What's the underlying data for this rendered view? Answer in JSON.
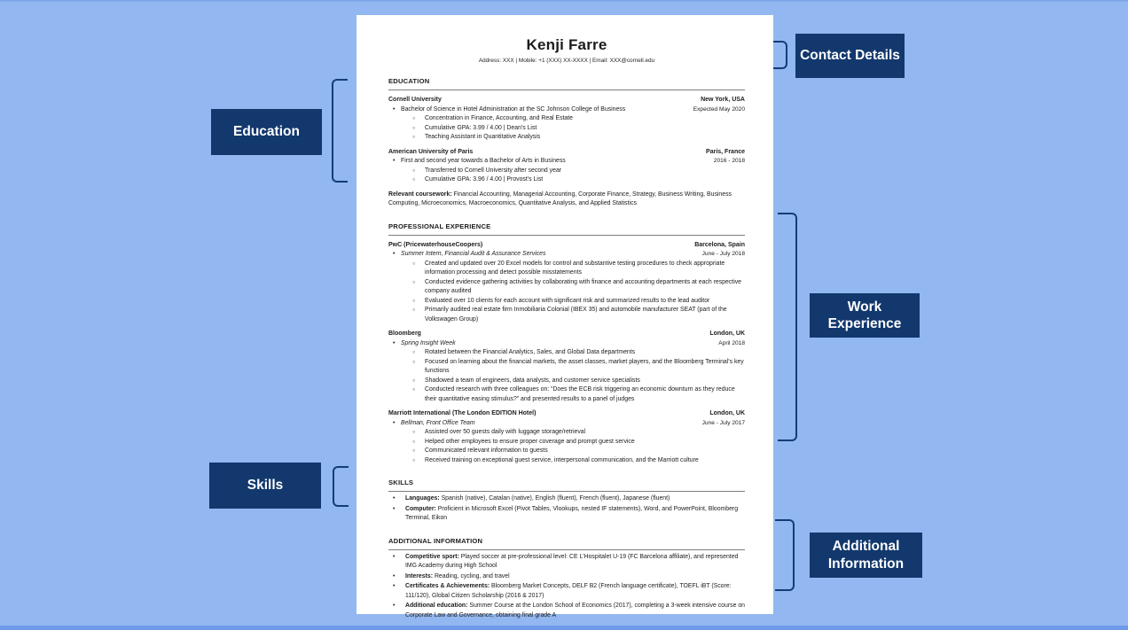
{
  "colors": {
    "background": "#93b7f0",
    "page": "#ffffff",
    "callout": "#12386d",
    "bracket": "#143d75"
  },
  "callouts": [
    {
      "id": "contact-details",
      "label": "Contact Details"
    },
    {
      "id": "education",
      "label": "Education"
    },
    {
      "id": "work-experience",
      "label": "Work Experience"
    },
    {
      "id": "skills",
      "label": "Skills"
    },
    {
      "id": "additional-information",
      "label": "Additional Information"
    }
  ],
  "resume": {
    "name": "Kenji Farre",
    "contact_line": "Address: XXX |  Mobile: +1 (XXX) XX-XXXX |  Email: XXX@cornell.edu",
    "sections": [
      {
        "title": "EDUCATION",
        "entries": [
          {
            "org": "Cornell University",
            "location": "New York, USA",
            "role": "Bachelor of Science in Hotel Administration at the SC Johnson College of Business",
            "role_italic": false,
            "date": "Expected May 2020",
            "details": [
              "Concentration in Finance, Accounting, and Real Estate",
              "Cumulative GPA: 3.99 / 4.00 | Dean's List",
              "Teaching Assistant in Quantitative Analysis"
            ]
          },
          {
            "org": "American University of Paris",
            "location": "Paris, France",
            "role": "First and second year towards a Bachelor of Arts in Business",
            "role_italic": false,
            "date": "2016 - 2018",
            "details": [
              "Transferred to Cornell University after second year",
              "Cumulative GPA: 3.96 / 4.00 | Provost's List"
            ]
          }
        ],
        "footnote": {
          "bold": "Relevant coursework:",
          "text": " Financial Accounting, Managerial Accounting, Corporate Finance, Strategy, Business Writing, Business Computing, Microeconomics, Macroeconomics, Quantitative Analysis, and Applied Statistics"
        }
      },
      {
        "title": "PROFESSIONAL EXPERIENCE",
        "entries": [
          {
            "org": "PwC (PricewaterhouseCoopers)",
            "location": "Barcelona, Spain",
            "role": "Summer Intern, Financial Audit & Assurance Services",
            "role_italic": true,
            "date": "June - July 2018",
            "details": [
              "Created and updated over 20 Excel models for control and substantive testing procedures to check appropriate information processing and detect possible misstatements",
              "Conducted evidence gathering activities by collaborating with finance and accounting departments at each respective company audited",
              "Evaluated over 10 clients for each account with significant risk and summarized results to the lead auditor",
              "Primarily audited real estate firm Inmobiliaria Colonial (IBEX 35) and automobile manufacturer SEAT (part of the Volkswagen Group)"
            ]
          },
          {
            "org": "Bloomberg",
            "location": "London, UK",
            "role": "Spring Insight Week",
            "role_italic": true,
            "date": "April 2018",
            "details": [
              "Rotated between the Financial Analytics, Sales, and Global Data departments",
              "Focused on learning about the financial markets, the asset classes, market players, and the Bloomberg Terminal's key functions",
              "Shadowed a team of engineers, data analysts, and customer service specialists",
              "Conducted research with three colleagues on: “Does the ECB risk triggering an economic downturn as they reduce their quantitative easing stimulus?” and presented results to a panel of judges"
            ]
          },
          {
            "org": "Marriott International (The London EDITION Hotel)",
            "location": "London, UK",
            "role": "Bellman, Front Office Team",
            "role_italic": true,
            "date": "June - July 2017",
            "details": [
              "Assisted over 50 guests daily with luggage storage/retrieval",
              "Helped other employees to ensure proper coverage and prompt guest service",
              "Communicated relevant information to guests",
              "Received training on exceptional guest service, interpersonal communication, and the Marriott culture"
            ]
          }
        ]
      },
      {
        "title": "SKILLS",
        "bullets": [
          {
            "bold": "Languages:",
            "text": " Spanish (native), Catalan (native), English (fluent), French (fluent), Japanese (fluent)"
          },
          {
            "bold": "Computer:",
            "text": " Proficient in Microsoft Excel (Pivot Tables, Vlookups, nested IF statements), Word, and PowerPoint, Bloomberg Terminal, Eikon"
          }
        ]
      },
      {
        "title": "ADDITIONAL INFORMATION",
        "bullets": [
          {
            "bold": "Competitive sport:",
            "text": " Played soccer at pre-professional level: CE L'Hospitalet U-19 (FC Barcelona affiliate), and represented IMG Academy during High School"
          },
          {
            "bold": "Interests:",
            "text": " Reading, cycling, and travel"
          },
          {
            "bold": "Certificates & Achievements:",
            "text": " Bloomberg Market Concepts, DELF B2 (French language certificate), TOEFL iBT (Score: 111/120), Global Citizen Scholarship (2016 & 2017)"
          },
          {
            "bold": "Additional education:",
            "text": " Summer Course at the London School of Economics (2017), completing a 3-week intensive course on Corporate Law and Governance, obtaining final grade A"
          }
        ]
      }
    ]
  }
}
